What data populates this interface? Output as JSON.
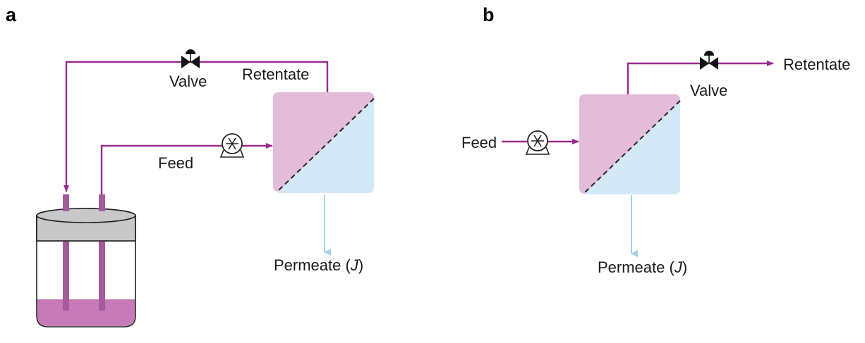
{
  "colors": {
    "pipe": "#9b2a8e",
    "retentate_side": "#e2bcd9",
    "permeate_side": "#d3e9f7",
    "permeate_arrow": "#9fd3f0",
    "liquid": "#c67bb8",
    "lid": "#c8c8c8",
    "dip_tube": "#a65a9b"
  },
  "panel_a": {
    "letter": "a",
    "valve_label": "Valve",
    "retentate_label": "Retentate",
    "feed_label": "Feed",
    "permeate_label": "Permeate (",
    "permeate_symbol": "J",
    "permeate_close": ")"
  },
  "panel_b": {
    "letter": "b",
    "valve_label": "Valve",
    "retentate_label": "Retentate",
    "feed_label": "Feed",
    "permeate_label": "Permeate (",
    "permeate_symbol": "J",
    "permeate_close": ")"
  }
}
